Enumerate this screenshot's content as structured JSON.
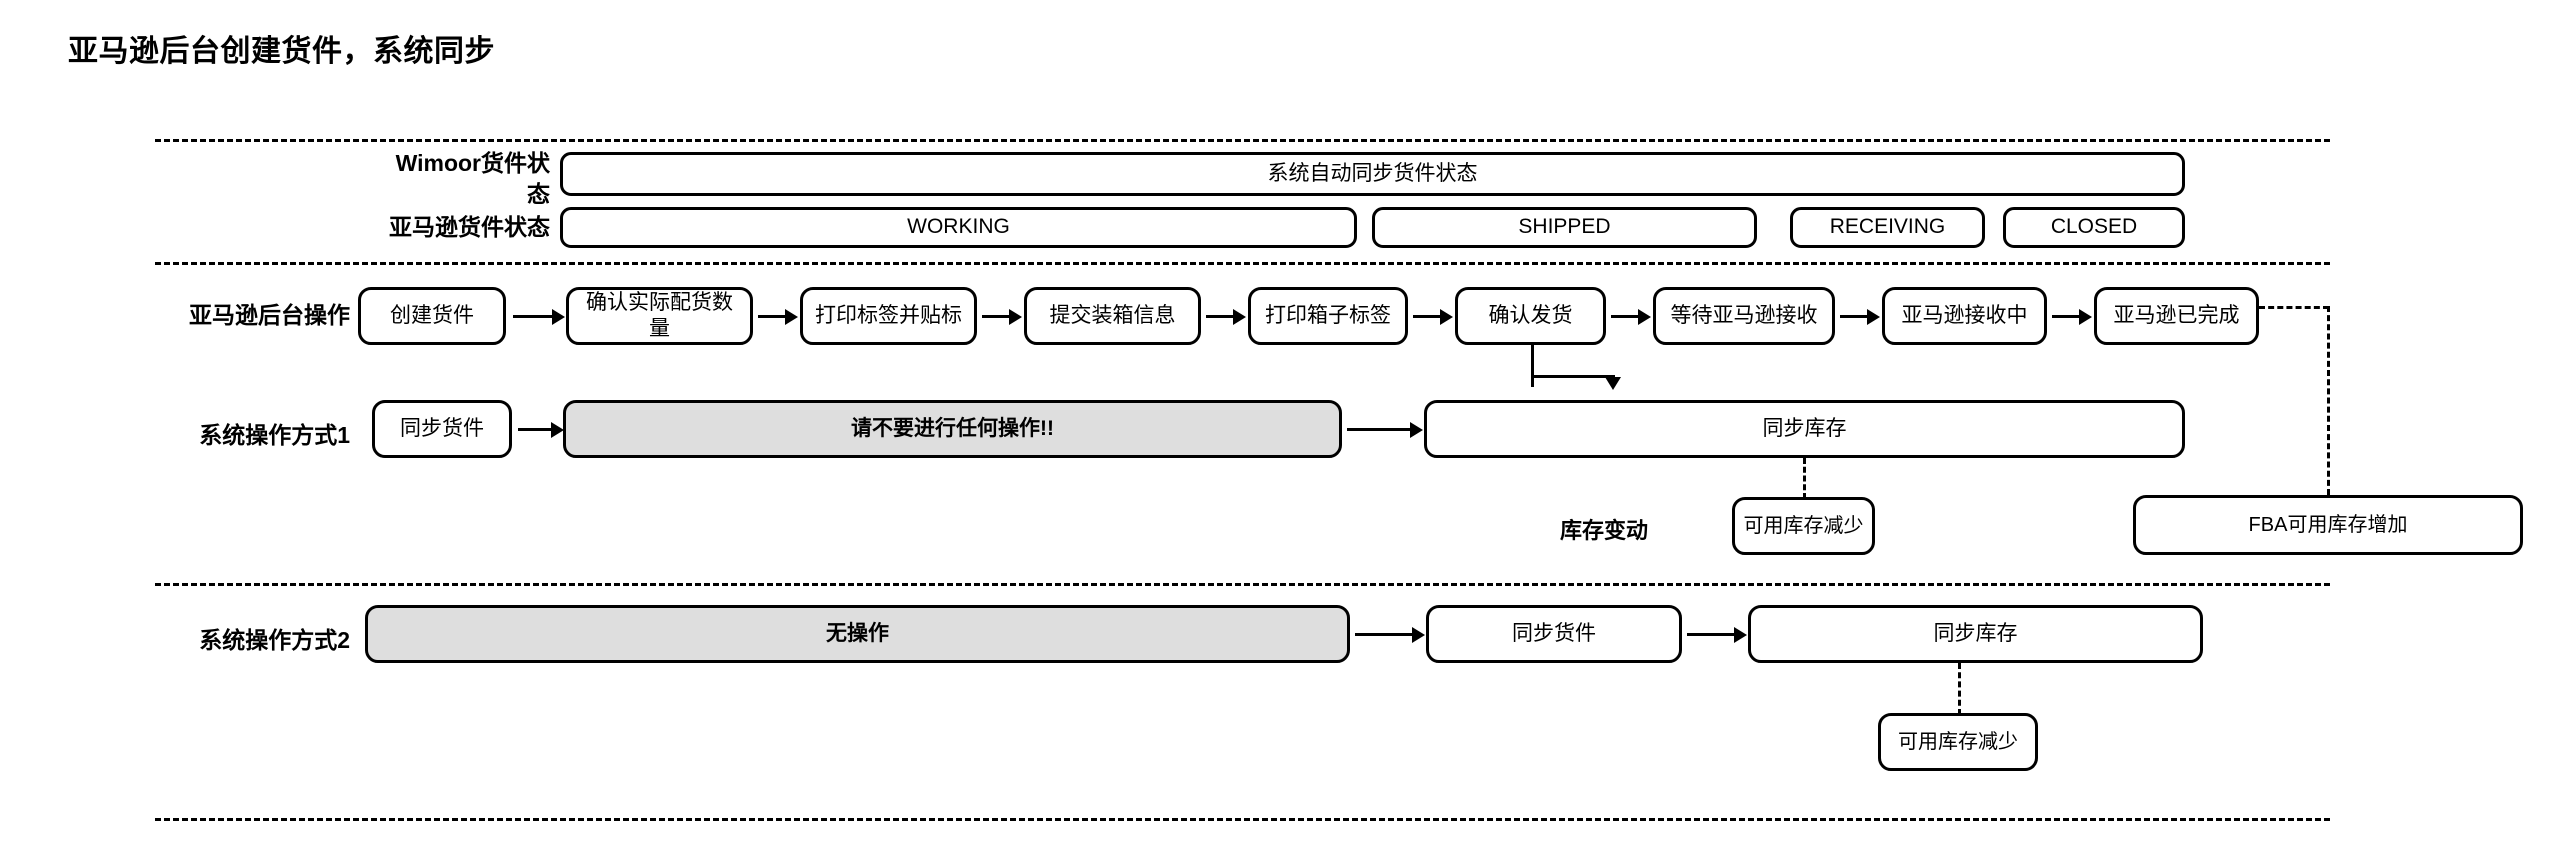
{
  "title": "亚马逊后台创建货件，系统同步",
  "row_labels": {
    "wimoor_status": "Wimoor货件状\n态",
    "amazon_status": "亚马逊货件状态",
    "amazon_backend_ops": "亚马逊后台操作",
    "system_mode_1": "系统操作方式1",
    "system_mode_2": "系统操作方式2",
    "inventory_change": "库存变动"
  },
  "wimoor_status_bar": {
    "label": "系统自动同步货件状态"
  },
  "amazon_status_bar": [
    {
      "label": "WORKING"
    },
    {
      "label": "SHIPPED"
    },
    {
      "label": "RECEIVING"
    },
    {
      "label": "CLOSED"
    }
  ],
  "amazon_backend_steps": [
    {
      "label": "创建货件"
    },
    {
      "label": "确认实际配货数量"
    },
    {
      "label": "打印标签并贴标"
    },
    {
      "label": "提交装箱信息"
    },
    {
      "label": "打印箱子标签"
    },
    {
      "label": "确认发货"
    },
    {
      "label": "等待亚马逊接收"
    },
    {
      "label": "亚马逊接收中"
    },
    {
      "label": "亚马逊已完成"
    }
  ],
  "system_mode_1_steps": [
    {
      "label": "同步货件"
    },
    {
      "label": "请不要进行任何操作!!"
    },
    {
      "label": "同步库存"
    }
  ],
  "system_mode_2_steps": [
    {
      "label": "无操作"
    },
    {
      "label": "同步货件"
    },
    {
      "label": "同步库存"
    }
  ],
  "inventory_changes": [
    {
      "label": "可用库存减少"
    },
    {
      "label": "FBA可用库存增加"
    },
    {
      "label": "可用库存减少"
    }
  ],
  "colors": {
    "line": "#000000",
    "grey_fill": "#dedede",
    "background": "#ffffff"
  }
}
